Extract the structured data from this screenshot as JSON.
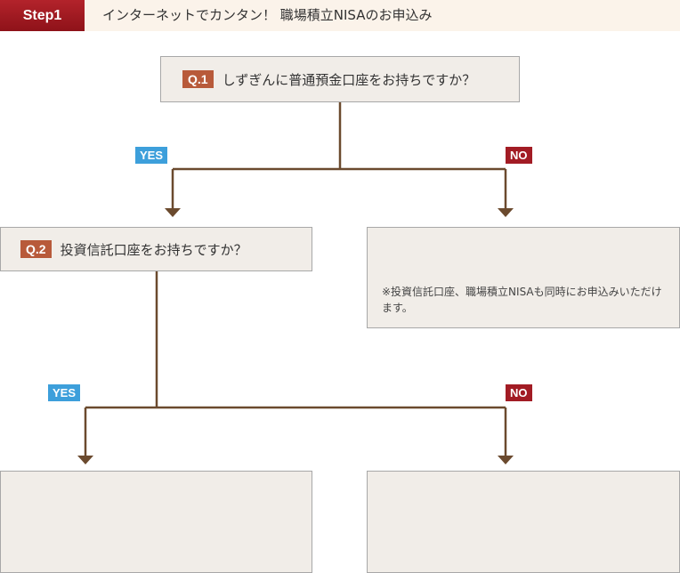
{
  "header": {
    "step_label": "Step1",
    "title": "インターネットでカンタン！ 職場積立NISAのお申込み"
  },
  "q1": {
    "badge": "Q.1",
    "text": "しずぎんに普通預金口座をお持ちですか？"
  },
  "q2": {
    "badge": "Q.2",
    "text": "投資信託口座をお持ちですか？"
  },
  "branches": {
    "yes_label": "YES",
    "no_label": "NO"
  },
  "no_result_box": {
    "note": "※投資信託口座、職場積立NISAも同時にお申込みいただけます。"
  },
  "colors": {
    "connector": "#6b4a2e",
    "yes_tag": "#3d9fdb",
    "no_tag": "#a21c24",
    "step_badge": "#a51c24",
    "box_bg": "#f1ede8"
  }
}
